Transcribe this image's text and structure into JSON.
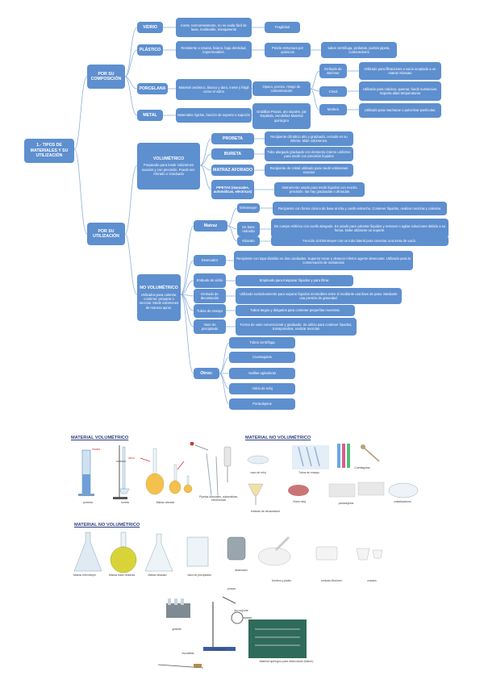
{
  "root": "1.- TIPOS DE MATERIALES Y SU UTILIZACIÓN",
  "composicion": {
    "label": "POR SU COMPOSICIÓN",
    "vidrio": {
      "label": "VIDRIO",
      "desc": "Inerte, termorresistente, no se oxida fácil de lavar, moldeable, transparente",
      "prop": "Fragilidad"
    },
    "plastico": {
      "label": "PLÁSTICO",
      "desc": "Resistente a roturas, liviano, baja densidad, impermeables.",
      "prop": "Pierde estructura por químicos",
      "uses": "tubos centrifuga, probetas, puntas pipeta, contenedores"
    },
    "porcelana": {
      "label": "PORCELANA",
      "desc": "Material cerámico, blanco y duro, inerte y frágil como el vidrio",
      "prop": "Opaco, poroso, riesgo de contaminación",
      "items": [
        {
          "name": "Embudo de Büchner",
          "use": "Utilizado para filtraciones a vacío acoplado a un matraz Kitasato"
        },
        {
          "name": "Crisol",
          "use": "Utilizado para calcinar, quemar, fundir sustancias. Soporta altas temperaturas"
        },
        {
          "name": "Mortero",
          "use": "Utilizado para machacar o pulverizar partículas."
        }
      ]
    },
    "metal": {
      "label": "METAL",
      "desc": "Materiales rígidos, función de soporte o sujeción",
      "prop": "Gradillas Pinzas, aro soporte, pie Espátula, escobillas Material quirúrgico"
    }
  },
  "utilizacion": {
    "label": "POR SU UTILIZACIÓN",
    "volumetrico": {
      "label": "VOLUMÉTRICO",
      "desc": "Preparado para medir volúmenes exactos y con precisión. Puede ser: Aforado o Graduado",
      "items": [
        {
          "name": "PROBETA",
          "use": "Recipiente cilíndrico alto y graduado, cerrado en su inferior. Mide volúmenes."
        },
        {
          "name": "BURETA",
          "use": "Tubo alargado graduado con elemento interno uniforme para medir con precisión líquidos"
        },
        {
          "name": "MATRAZ AFORADO",
          "use": "Recipiente de cristal utilizado para medir volúmenes exactos"
        },
        {
          "name": "PIPETAS (manuales, automáticas, eléctricas)",
          "use": "Instrumento usado para medir líquidos con mucha precisión. las hay graduadas o aforadas"
        }
      ]
    },
    "no_volumetrico": {
      "label": "NO VOLUMÉTRICO",
      "desc": "Utilizados para calentar, contener, preparar o mezclar. Medir volúmenes de manera aprox.",
      "matraz": {
        "label": "Matraz",
        "items": [
          {
            "name": "Erlenmeyer",
            "use": "Recipiente con forma cónica de base ancha y cuello estrecho. Contener líquidos, realizar mezclas y calentar."
          },
          {
            "name": "De base redonda",
            "use": "De cuerpo esférico con cuello alargado. Es usado para calentar líquidos y remover o agitar soluciones debido a su forma. Debe utilizarse un soporte."
          },
          {
            "name": "Kitasato",
            "use": "Función al Erlenmeyer con un tubo lateral para conectar una toma de vacío."
          }
        ]
      },
      "items": [
        {
          "name": "Desecador",
          "use": "Recipiente con tapa dividido en dos cavidades. Superior secar y desecar inferior agente desecante. Utilizado para la conservación de sustancias"
        },
        {
          "name": "Embudo de vidrio",
          "use": "Empleado para traspasar líquidos y para filtrar."
        },
        {
          "name": "Embudo de decantación",
          "use": "Utilizado exclusivamente para separar líquidos inmiscibles entre sí mediante una llave de paso. Mediante una presión de gravedad."
        },
        {
          "name": "Tubos de ensayo",
          "use": "Tubos largos y delgados para contener pequeñas muestras."
        },
        {
          "name": "Vaso de precipitado",
          "use": "Forma de vaso convencional y graduado. Se utiliza para contener líquidos, transportarlos, realizar mezclas"
        }
      ],
      "otros": {
        "label": "Otros:",
        "items": [
          "Tubos centrífuga",
          "Cuentagotas",
          "Varillas agitadoras",
          "Vidrio de reloj",
          "Portaobjetos"
        ]
      }
    }
  },
  "gallery": {
    "vol_title": "MATERIAL VOLUMÉTRICO",
    "novol_title1": "MATERIAL  NO  VOLUMÉTRICO",
    "novol_title2": "MATERIAL  NO  VOLUMÉTRICO",
    "vol_items": [
      "probeta",
      "bureta",
      "Matraz aforado",
      "Pipetas Manuales, automáticas, electrónicas"
    ],
    "vol_marks": [
      "escala",
      "aforo"
    ],
    "novol1_items": [
      "vaso de reloj",
      "Tubos de ensayo",
      "Cuentagotas",
      "embudo de decantación",
      "Vidrio reloj",
      "portaobjetos",
      "cristalizadores"
    ],
    "novol2_items": [
      "Matraz erlenmeyer",
      "Matraz base redonda",
      "Matraz kitasato",
      "Vaso de precipitado",
      "desecador",
      "Mortero y pistilo",
      "embudo Büchner",
      "crisoles",
      "gradilla",
      "pinzas",
      "Aro soporte",
      "Pie soporte",
      "escobillas",
      "Material quirúrgico para disecciones (bisturí)"
    ]
  },
  "colors": {
    "box": "#5e8fcf",
    "line": "#8fb0d8",
    "title": "#2b3d7a"
  }
}
